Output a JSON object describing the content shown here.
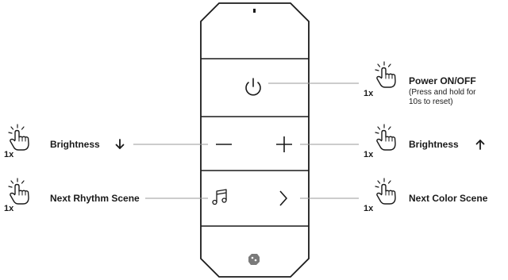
{
  "annotations": {
    "power": {
      "label": "Power ON/OFF",
      "note_lines": [
        "(Press and hold for",
        "10s to reset)"
      ],
      "multiplier": "1x"
    },
    "brightness_down": {
      "label": "Brightness",
      "multiplier": "1x"
    },
    "brightness_up": {
      "label": "Brightness",
      "multiplier": "1x"
    },
    "next_rhythm": {
      "label": "Next Rhythm Scene",
      "multiplier": "1x"
    },
    "next_color": {
      "label": "Next Color Scene",
      "multiplier": "1x"
    }
  },
  "icons": [
    "power-icon",
    "minus-icon",
    "plus-icon",
    "music-note-icon",
    "chevron-right-icon",
    "tap-hand-icon",
    "arrow-down-icon",
    "arrow-up-icon",
    "logo-icon"
  ],
  "colors": {
    "stroke": "#1a1a1a",
    "leader": "#9a9a9a"
  }
}
